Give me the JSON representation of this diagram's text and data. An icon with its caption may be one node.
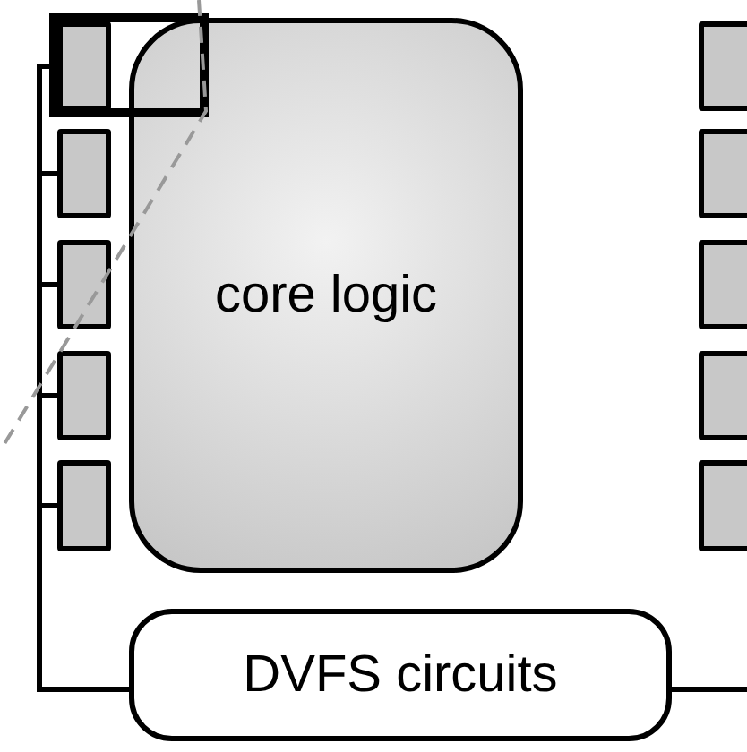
{
  "diagram": {
    "nodes": [
      {
        "text": [
          "core logic"
        ]
      },
      {
        "text": [],
        "shape": "box"
      },
      {
        "text": [],
        "shape": "box"
      },
      {
        "text": [],
        "shape": "box"
      },
      {
        "text": [],
        "shape": "box"
      },
      {
        "text": [],
        "shape": "box"
      },
      {
        "text": [],
        "shape": "box"
      },
      {
        "text": [],
        "shape": "box"
      },
      {
        "text": [],
        "shape": "box"
      },
      {
        "text": [],
        "shape": "box"
      },
      {
        "text": [],
        "shape": "box"
      },
      {
        "text": [
          "DVFS circuits"
        ]
      }
    ],
    "edges": [
      {
        "from": 11,
        "to": 1,
        "arrow": "none"
      },
      {
        "from": 11,
        "to": 2,
        "arrow": "none"
      },
      {
        "from": 11,
        "to": 3,
        "arrow": "none"
      },
      {
        "from": 11,
        "to": 4,
        "arrow": "none"
      },
      {
        "from": 11,
        "to": 5,
        "arrow": "none"
      },
      {
        "from": 11,
        "to": null,
        "arrow": "none"
      }
    ]
  }
}
